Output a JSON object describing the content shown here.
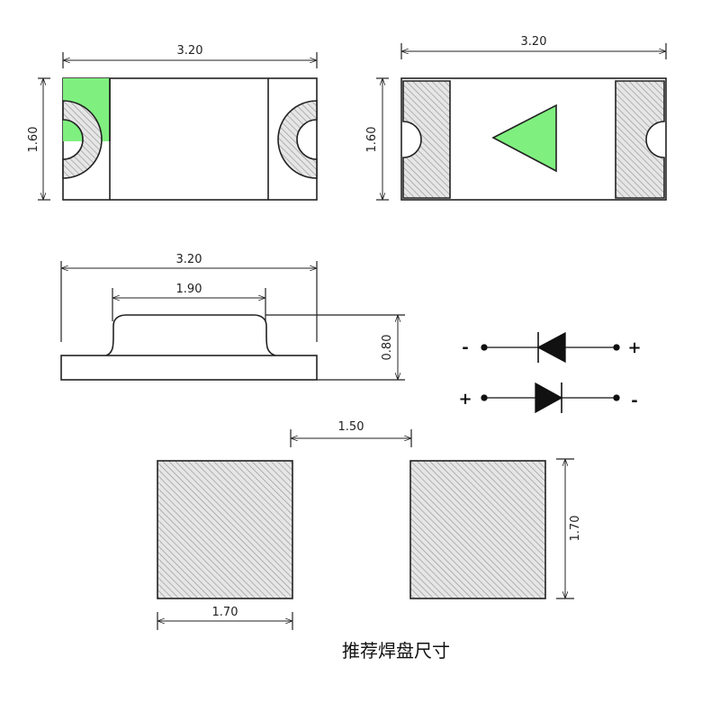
{
  "top_view": {
    "width_label": "3.20",
    "height_label": "1.60"
  },
  "bottom_view": {
    "width_label": "3.20",
    "height_label": "1.60"
  },
  "side_view": {
    "width_label": "3.20",
    "dome_width_label": "1.90",
    "height_label": "0.80"
  },
  "diode_symbols": [
    {
      "left": "-",
      "right": "+"
    },
    {
      "left": "+",
      "right": "-"
    }
  ],
  "pads": {
    "gap_label": "1.50",
    "pad_width_label": "1.70",
    "pad_height_label": "1.70"
  },
  "caption": "推荐焊盘尺寸",
  "colors": {
    "green": "#7ff07f",
    "hatch": "#9a9a9a",
    "line": "#222222"
  }
}
